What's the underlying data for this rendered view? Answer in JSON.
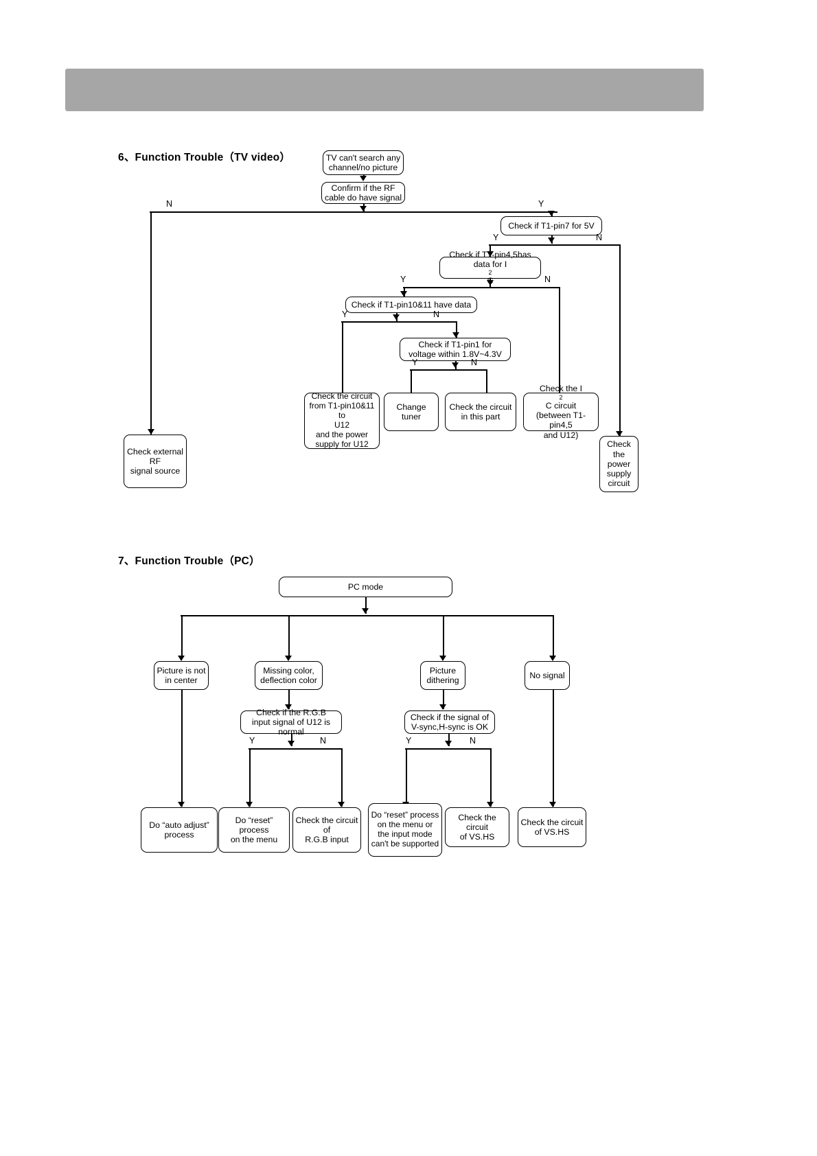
{
  "page": {
    "header_band_color": "#a6a6a6",
    "background": "#ffffff"
  },
  "sections": [
    {
      "id": "tv-video",
      "title": "6、Function Trouble（TV video）"
    },
    {
      "id": "pc",
      "title": "7、Function Trouble（PC）"
    }
  ],
  "flowchart_tv": {
    "type": "flowchart",
    "nodes": {
      "start": "TV can't search any\nchannel/no picture",
      "confirm_rf": "Confirm if the RF\ncable do have signal",
      "check_pin7": "Check if T1-pin7 for 5V",
      "check_pin45": "Check if T1-pin4,5has\ndata for I2C",
      "check_pin1011": "Check if T1-pin10&11 have data",
      "check_pin1": "Check if T1-pin1 for\nvoltage within 1.8V~4.3V",
      "check_ext_rf": "Check external\nRF\nsignal source",
      "check_circ_1011": "Check the circuit\nfrom T1-pin10&11 to\nU12\nand the power\nsupply for U12",
      "change_tuner": "Change tuner",
      "check_circ_part": "Check the circuit\nin this part",
      "check_i2c": "Check the I2C circuit\n(between T1-pin4,5\nand U12)",
      "check_power": "Check the\npower\nsupply\ncircuit"
    },
    "branch_labels": {
      "confirm_rf_no": "N",
      "confirm_rf_yes": "Y",
      "pin7_yes": "Y",
      "pin7_no": "N",
      "pin45_yes": "Y",
      "pin45_no": "N",
      "pin1011_yes": "Y",
      "pin1011_no": "N",
      "pin1_yes": "Y",
      "pin1_no": "N"
    }
  },
  "flowchart_pc": {
    "type": "flowchart",
    "nodes": {
      "pc_mode": "PC mode",
      "not_center": "Picture is not\nin center",
      "missing_color": "Missing color,\ndeflection color",
      "dithering": "Picture\ndithering",
      "no_signal": "No signal",
      "check_rgb": "Check if the R.G.B\ninput signal of U12 is normal",
      "check_sync": "Check if the signal of\nV-sync,H-sync is OK",
      "auto_adjust": "Do “auto adjust”\nprocess",
      "reset_menu": "Do “reset” process\non the menu",
      "check_rgb_input": "Check the circuit of\nR.G.B input",
      "reset_or_unsupported": "Do “reset” process\non the menu or\nthe input mode\ncan't be supported",
      "check_vshs_1": "Check the circuit\nof VS.HS",
      "check_vshs_2": "Check the circuit\nof VS.HS"
    },
    "branch_labels": {
      "rgb_yes": "Y",
      "rgb_no": "N",
      "sync_yes": "Y",
      "sync_no": "N"
    }
  }
}
